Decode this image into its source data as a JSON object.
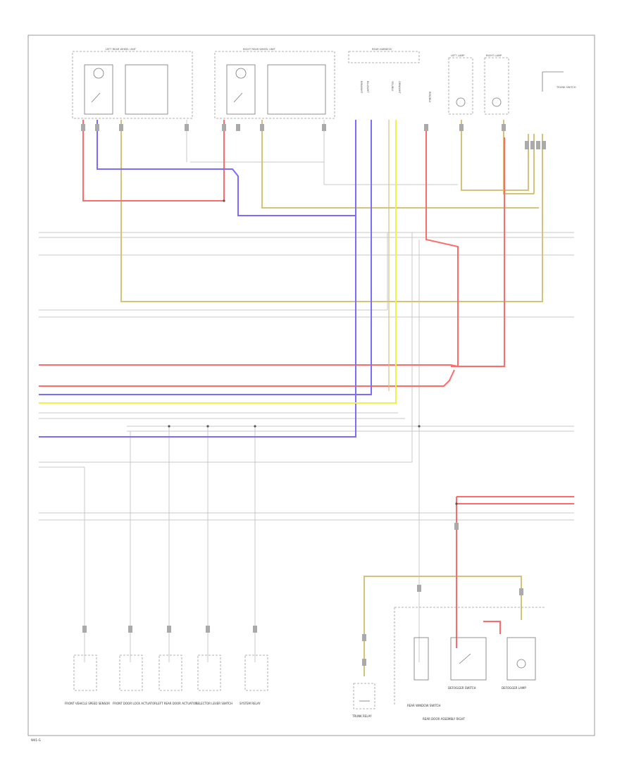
{
  "colors": {
    "red": "#ff6a6a",
    "blue": "#7b6cff",
    "yellow": "#f4f04a",
    "tan": "#d6c27a",
    "gray": "#c9c9c9",
    "border": "#9a9a9a"
  },
  "top_labels": {
    "left_rear_wheel_unit": "LEFT REAR WHEEL UNIT",
    "right_rear_wheel_unit": "RIGHT REAR WHEEL UNIT",
    "rear_harness": "REAR HARNESS",
    "left_lamp": "LEFT LAMP",
    "right_lamp": "RIGHT LAMP",
    "trunk_switch": "TRUNK SWITCH"
  },
  "vertical_wire_labels": [
    "BRN/WHT",
    "BLU/WHT",
    "YEL/BLK",
    "ORN/WHT",
    "RED/BLK"
  ],
  "bottom_components": [
    "FRONT VEHICLE SPEED SENSOR",
    "FRONT DOOR LOCK ACTUATOR",
    "LEFT REAR DOOR ACTUATOR",
    "SELECTOR LEVER SWITCH",
    "SYSTEM RELAY"
  ],
  "right_components": {
    "trunk_relay": "TRUNK RELAY",
    "rear_window": "REAR WINDOW SWITCH",
    "defogger_switch": "DEFOGGER SWITCH",
    "defogger_lamp": "DEFOGGER LAMP",
    "assembly": "REAR DOOR ASSEMBLY RIGHT"
  },
  "page_code": "W41-G"
}
